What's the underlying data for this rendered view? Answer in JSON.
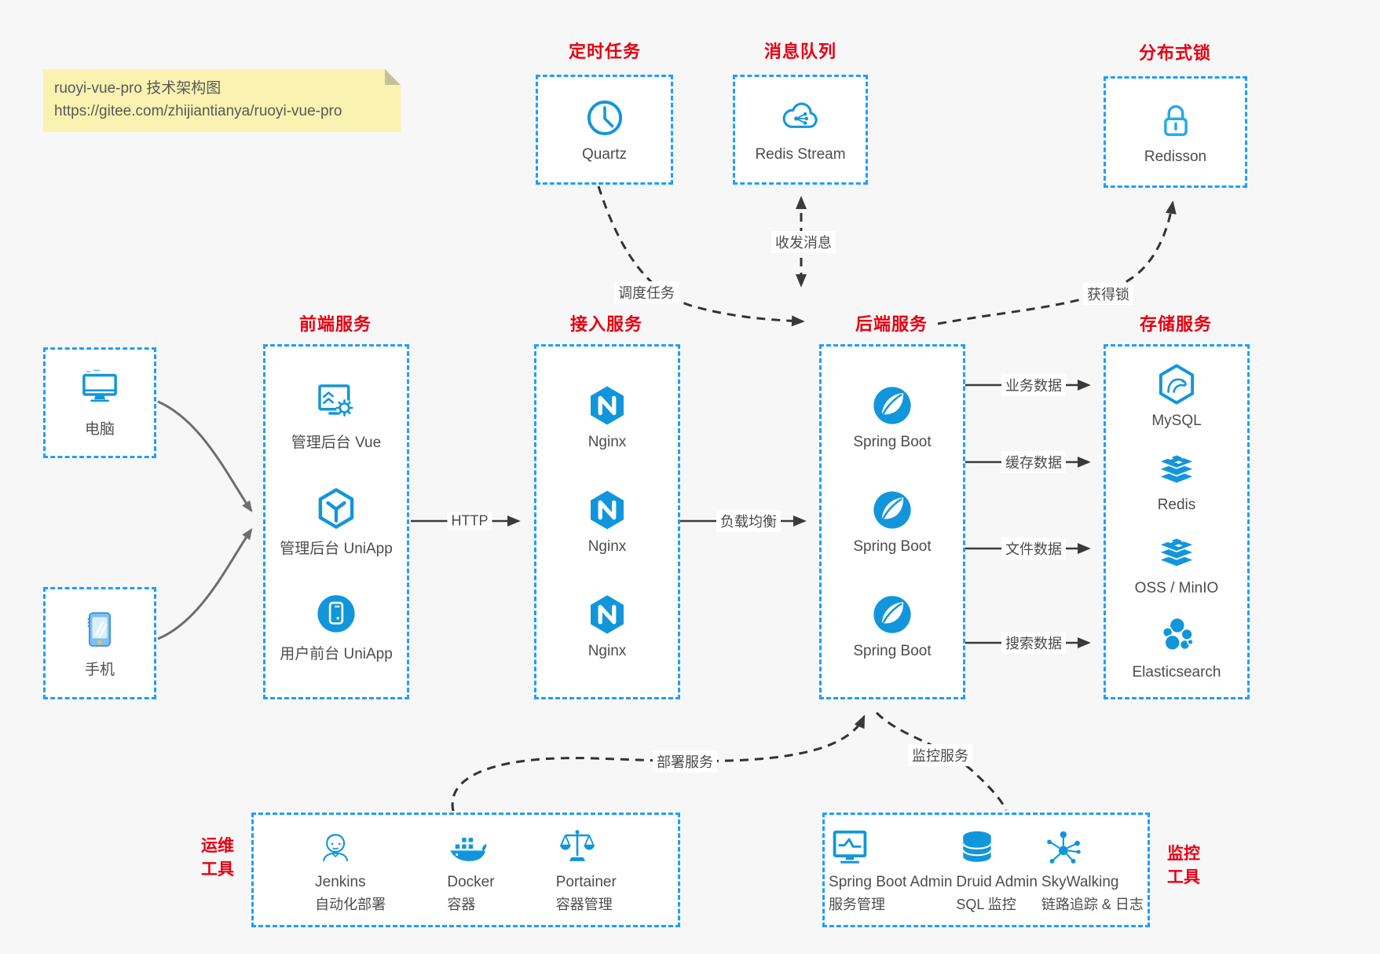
{
  "note": {
    "title": "ruoyi-vue-pro 技术架构图",
    "url": "https://gitee.com/zhijiantianya/ruoyi-vue-pro"
  },
  "top_groups": [
    {
      "title": "定时任务",
      "item": {
        "label": "Quartz",
        "icon": "clock-icon"
      }
    },
    {
      "title": "消息队列",
      "item": {
        "label": "Redis Stream",
        "icon": "cloud-share-icon"
      }
    },
    {
      "title": "分布式锁",
      "item": {
        "label": "Redisson",
        "icon": "lock-icon"
      }
    }
  ],
  "clients": [
    {
      "label": "电脑",
      "icon": "desktop-icon"
    },
    {
      "label": "手机",
      "icon": "smartphone-icon"
    }
  ],
  "columns": [
    {
      "title": "前端服务",
      "items": [
        {
          "label": "管理后台 Vue",
          "icon": "admin-vue-icon"
        },
        {
          "label": "管理后台 UniApp",
          "icon": "uniapp-cube-icon"
        },
        {
          "label": "用户前台 UniApp",
          "icon": "user-uniapp-icon"
        }
      ]
    },
    {
      "title": "接入服务",
      "items": [
        {
          "label": "Nginx",
          "icon": "nginx-icon"
        },
        {
          "label": "Nginx",
          "icon": "nginx-icon"
        },
        {
          "label": "Nginx",
          "icon": "nginx-icon"
        }
      ]
    },
    {
      "title": "后端服务",
      "items": [
        {
          "label": "Spring Boot",
          "icon": "spring-boot-icon"
        },
        {
          "label": "Spring Boot",
          "icon": "spring-boot-icon"
        },
        {
          "label": "Spring Boot",
          "icon": "spring-boot-icon"
        }
      ]
    },
    {
      "title": "存储服务",
      "items": [
        {
          "label": "MySQL",
          "icon": "mysql-icon"
        },
        {
          "label": "Redis",
          "icon": "redis-icon"
        },
        {
          "label": "OSS / MinIO",
          "icon": "oss-minio-icon"
        },
        {
          "label": "Elasticsearch",
          "icon": "elasticsearch-icon"
        }
      ]
    }
  ],
  "bottom_groups": [
    {
      "title_line1": "运维",
      "title_line2": "工具",
      "items": [
        {
          "name": "Jenkins",
          "desc": "自动化部署",
          "icon": "jenkins-icon"
        },
        {
          "name": "Docker",
          "desc": "容器",
          "icon": "docker-icon"
        },
        {
          "name": "Portainer",
          "desc": "容器管理",
          "icon": "portainer-icon"
        }
      ]
    },
    {
      "title_line1": "监控",
      "title_line2": "工具",
      "items": [
        {
          "name": "Spring Boot Admin",
          "desc": "服务管理",
          "icon": "springboot-admin-icon"
        },
        {
          "name": "Druid Admin",
          "desc": "SQL 监控",
          "icon": "druid-icon"
        },
        {
          "name": "SkyWalking",
          "desc": "链路追踪 & 日志",
          "icon": "skywalking-icon"
        }
      ]
    }
  ],
  "edge_labels": {
    "http": "HTTP",
    "load_balance": "负载均衡",
    "schedule_task": "调度任务",
    "send_receive_message": "收发消息",
    "acquire_lock": "获得锁",
    "business_data": "业务数据",
    "cache_data": "缓存数据",
    "file_data": "文件数据",
    "search_data": "搜索数据",
    "deploy_service": "部署服务",
    "monitor_service": "监控服务"
  },
  "colors": {
    "background": "#f7f7f7",
    "box_border_blue": "#1e9fff",
    "icon_blue": "#1296db",
    "lock_blue": "#29abe2",
    "title_red": "#e60012",
    "arrow_dark": "#3a3a3a",
    "arrow_gray": "#6e6e6e",
    "note_bg": "#faf2b0",
    "label_text": "#4d4d4d"
  }
}
